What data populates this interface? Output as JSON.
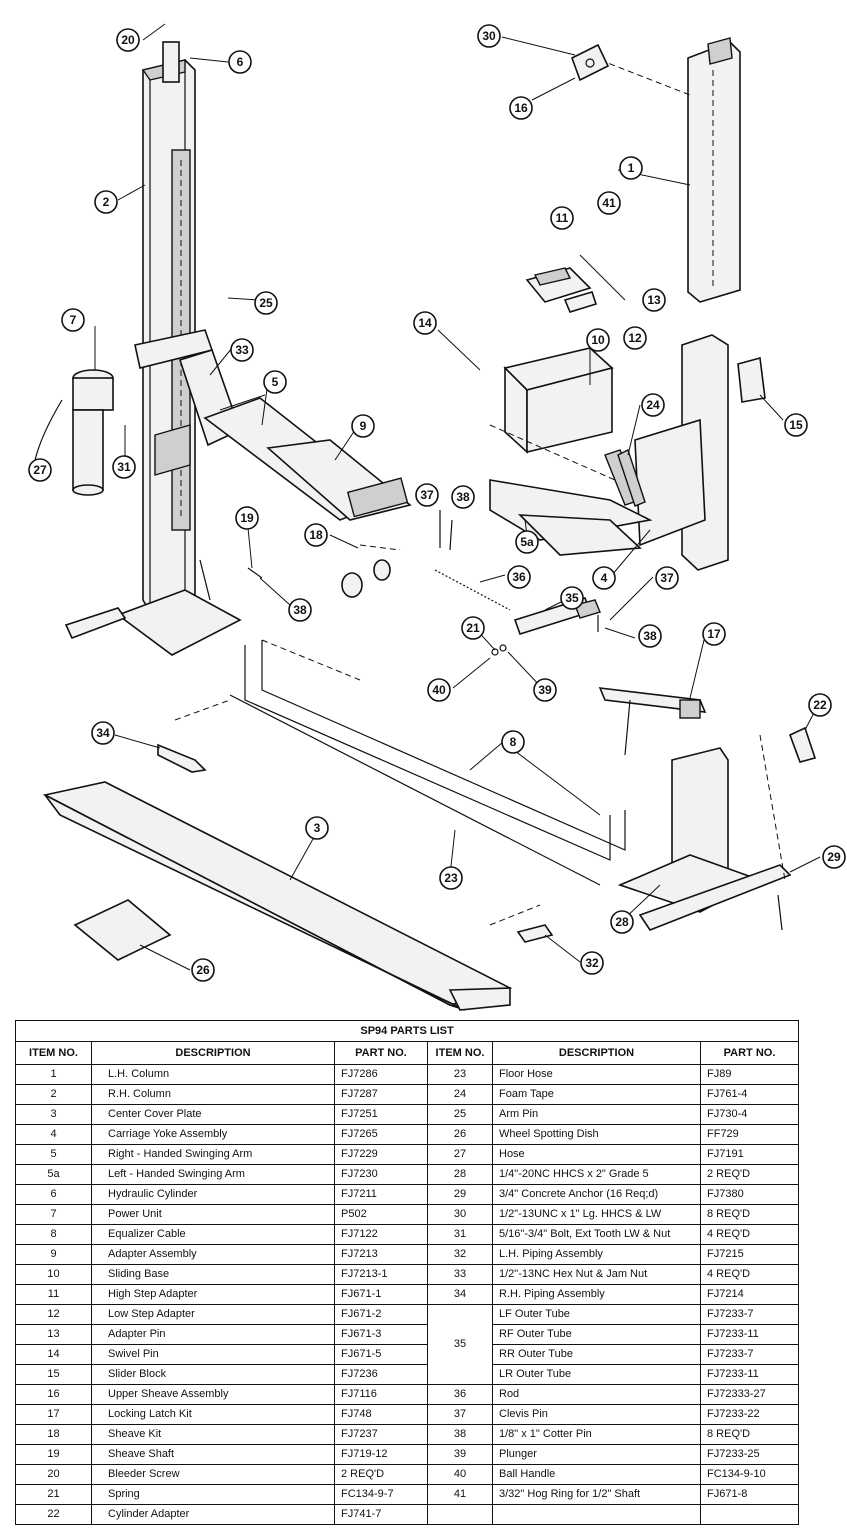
{
  "callouts": [
    {
      "n": "20"
    },
    {
      "n": "6"
    },
    {
      "n": "30"
    },
    {
      "n": "16"
    },
    {
      "n": "1"
    },
    {
      "n": "2"
    },
    {
      "n": "11"
    },
    {
      "n": "41"
    },
    {
      "n": "13"
    },
    {
      "n": "12"
    },
    {
      "n": "25"
    },
    {
      "n": "7"
    },
    {
      "n": "33"
    },
    {
      "n": "14"
    },
    {
      "n": "10"
    },
    {
      "n": "5"
    },
    {
      "n": "9"
    },
    {
      "n": "24"
    },
    {
      "n": "15"
    },
    {
      "n": "27"
    },
    {
      "n": "31"
    },
    {
      "n": "37"
    },
    {
      "n": "38"
    },
    {
      "n": "5a"
    },
    {
      "n": "4"
    },
    {
      "n": "19"
    },
    {
      "n": "18"
    },
    {
      "n": "36"
    },
    {
      "n": "38"
    },
    {
      "n": "35"
    },
    {
      "n": "37"
    },
    {
      "n": "38"
    },
    {
      "n": "21"
    },
    {
      "n": "40"
    },
    {
      "n": "39"
    },
    {
      "n": "17"
    },
    {
      "n": "22"
    },
    {
      "n": "34"
    },
    {
      "n": "8"
    },
    {
      "n": "3"
    },
    {
      "n": "23"
    },
    {
      "n": "29"
    },
    {
      "n": "28"
    },
    {
      "n": "26"
    },
    {
      "n": "32"
    }
  ],
  "table": {
    "title": "SP94 PARTS LIST",
    "headers": [
      "ITEM NO.",
      "DESCRIPTION",
      "PART NO.",
      "ITEM NO.",
      "DESCRIPTION",
      "PART NO."
    ],
    "left": [
      {
        "item": "1",
        "desc": "L.H. Column",
        "part": "FJ7286"
      },
      {
        "item": "2",
        "desc": "R.H. Column",
        "part": "FJ7287"
      },
      {
        "item": "3",
        "desc": "Center Cover Plate",
        "part": "FJ7251"
      },
      {
        "item": "4",
        "desc": "Carriage Yoke Assembly",
        "part": "FJ7265"
      },
      {
        "item": "5",
        "desc": "Right - Handed Swinging Arm",
        "part": "FJ7229"
      },
      {
        "item": "5a",
        "desc": "Left - Handed Swinging Arm",
        "part": "FJ7230"
      },
      {
        "item": "6",
        "desc": "Hydraulic Cylinder",
        "part": "FJ7211"
      },
      {
        "item": "7",
        "desc": "Power Unit",
        "part": "P502"
      },
      {
        "item": "8",
        "desc": "Equalizer Cable",
        "part": "FJ7122"
      },
      {
        "item": "9",
        "desc": "Adapter Assembly",
        "part": "FJ7213"
      },
      {
        "item": "10",
        "desc": "Sliding Base",
        "part": "FJ7213-1"
      },
      {
        "item": "11",
        "desc": "High Step Adapter",
        "part": "FJ671-1"
      },
      {
        "item": "12",
        "desc": "Low Step Adapter",
        "part": "FJ671-2"
      },
      {
        "item": "13",
        "desc": "Adapter Pin",
        "part": "FJ671-3"
      },
      {
        "item": "14",
        "desc": "Swivel Pin",
        "part": "FJ671-5"
      },
      {
        "item": "15",
        "desc": "Slider Block",
        "part": "FJ7236"
      },
      {
        "item": "16",
        "desc": "Upper Sheave Assembly",
        "part": "FJ7116"
      },
      {
        "item": "17",
        "desc": "Locking Latch Kit",
        "part": "FJ748"
      },
      {
        "item": "18",
        "desc": "Sheave Kit",
        "part": "FJ7237"
      },
      {
        "item": "19",
        "desc": "Sheave Shaft",
        "part": "FJ719-12"
      },
      {
        "item": "20",
        "desc": "Bleeder Screw",
        "part": "2 REQ'D"
      },
      {
        "item": "21",
        "desc": "Spring",
        "part": "FC134-9-7"
      },
      {
        "item": "22",
        "desc": "Cylinder Adapter",
        "part": "FJ741-7"
      }
    ],
    "right": [
      {
        "item": "23",
        "desc": "Floor Hose",
        "part": "FJ89"
      },
      {
        "item": "24",
        "desc": "Foam Tape",
        "part": "FJ761-4"
      },
      {
        "item": "25",
        "desc": "Arm Pin",
        "part": "FJ730-4"
      },
      {
        "item": "26",
        "desc": "Wheel Spotting Dish",
        "part": "FF729"
      },
      {
        "item": "27",
        "desc": "Hose",
        "part": "FJ7191"
      },
      {
        "item": "28",
        "desc": "1/4\"-20NC HHCS x 2\" Grade 5",
        "part": "2 REQ'D"
      },
      {
        "item": "29",
        "desc": "3/4\" Concrete Anchor (16 Req;d)",
        "part": "FJ7380"
      },
      {
        "item": "30",
        "desc": "1/2\"-13UNC x 1\" Lg. HHCS & LW",
        "part": "8 REQ'D"
      },
      {
        "item": "31",
        "desc": "5/16\"-3/4\" Bolt, Ext Tooth LW & Nut",
        "part": "4 REQ'D"
      },
      {
        "item": "32",
        "desc": "L.H. Piping Assembly",
        "part": "FJ7215"
      },
      {
        "item": "33",
        "desc": "1/2\"-13NC Hex Nut & Jam Nut",
        "part": "4 REQ'D"
      },
      {
        "item": "34",
        "desc": "R.H. Piping Assembly",
        "part": "FJ7214"
      },
      {
        "item": "35",
        "desc": "LF Outer Tube",
        "part": "FJ7233-7"
      },
      {
        "item": "",
        "desc": "RF Outer Tube",
        "part": "FJ7233-11"
      },
      {
        "item": "",
        "desc": "RR Outer Tube",
        "part": "FJ7233-7"
      },
      {
        "item": "",
        "desc": "LR Outer Tube",
        "part": "FJ7233-11"
      },
      {
        "item": "36",
        "desc": "Rod",
        "part": "FJ72333-27"
      },
      {
        "item": "37",
        "desc": "Clevis Pin",
        "part": "FJ7233-22"
      },
      {
        "item": "38",
        "desc": "1/8\" x 1\" Cotter Pin",
        "part": "8 REQ'D"
      },
      {
        "item": "39",
        "desc": "Plunger",
        "part": "FJ7233-25"
      },
      {
        "item": "40",
        "desc": "Ball Handle",
        "part": "FC134-9-10"
      },
      {
        "item": "41",
        "desc": "3/32\" Hog Ring for 1/2\" Shaft",
        "part": "FJ671-8"
      },
      {
        "item": "",
        "desc": "",
        "part": ""
      }
    ]
  }
}
